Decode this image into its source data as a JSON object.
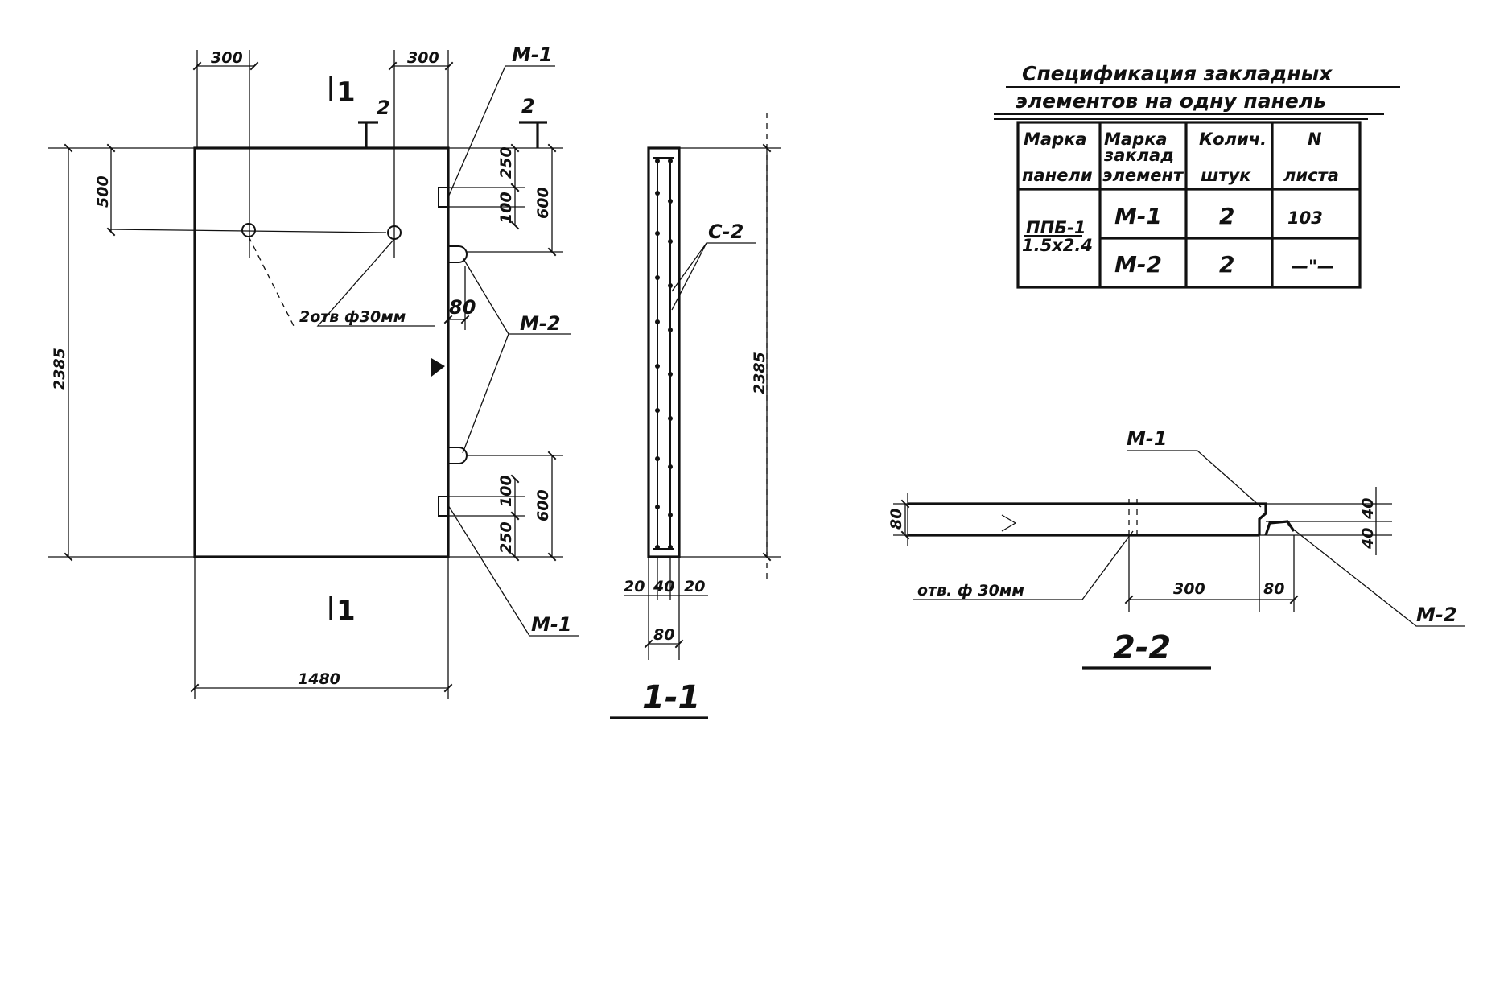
{
  "elevation": {
    "dim_left_offset": "300",
    "dim_right_offset": "300",
    "dim_top_500": "500",
    "dim_height": "2385",
    "dim_250_top": "250",
    "dim_600_top": "600",
    "dim_100_top": "100",
    "dim_80": "80",
    "dim_100_bottom": "100",
    "dim_600_bottom": "600",
    "dim_250_bottom": "250",
    "dim_width": "1480",
    "holes_note": "2отв ф30мм",
    "cut1_top": "1",
    "cut1_bottom": "1",
    "cut2_left": "2",
    "cut2_right": "2",
    "label_m1_top": "М-1",
    "label_m2": "М-2",
    "label_m1_bottom": "М-1"
  },
  "section_1_1": {
    "title": "1-1",
    "label_c2": "С-2",
    "dim_height": "2385",
    "dim_a": "20",
    "dim_b": "40",
    "dim_c": "20",
    "dim_total": "80"
  },
  "section_2_2": {
    "title": "2-2",
    "label_m1": "М-1",
    "label_m2": "М-2",
    "dim_80": "80",
    "dim_40_top": "40",
    "dim_40_bottom": "40",
    "hole_note": "отв. ф 30мм",
    "dim_300": "300",
    "dim_80_b": "80"
  },
  "spec_table": {
    "title_line1": "Спецификация закладных",
    "title_line2": "элементов на одну панель",
    "headers": [
      [
        "Марка",
        "панели"
      ],
      [
        "Марка",
        "заклад",
        "элемент"
      ],
      [
        "Колич.",
        "штук"
      ],
      [
        "N",
        "листа"
      ]
    ],
    "panel_mark_line1": "ППБ-1",
    "panel_mark_line2": "1.5х2.4",
    "rows": [
      {
        "element": "М-1",
        "qty": "2",
        "sheet": "103"
      },
      {
        "element": "М-2",
        "qty": "2",
        "sheet": "—\"—"
      }
    ]
  }
}
